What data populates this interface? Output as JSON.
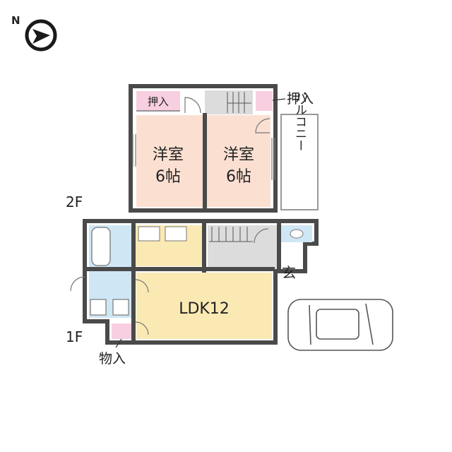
{
  "compass": {
    "label": "N"
  },
  "floor_labels": {
    "second": "2F",
    "first": "1F"
  },
  "rooms": {
    "west_room_a": {
      "line1": "洋室",
      "line2": "6帖"
    },
    "west_room_b": {
      "line1": "洋室",
      "line2": "6帖"
    },
    "ldk": {
      "label": "LDK12"
    },
    "entrance": {
      "label": "玄"
    }
  },
  "storage": {
    "closet_left": "押入",
    "closet_right": "押入",
    "storage_1f": "物入"
  },
  "balcony": {
    "label": "バルコニー"
  },
  "colors": {
    "wall": "#4a4a4a",
    "washitsu": "#fbe0d2",
    "closet": "#f8cfe0",
    "ldk": "#fbe9b4",
    "wet": "#cfe6f5",
    "hall": "#dcdcdc"
  }
}
